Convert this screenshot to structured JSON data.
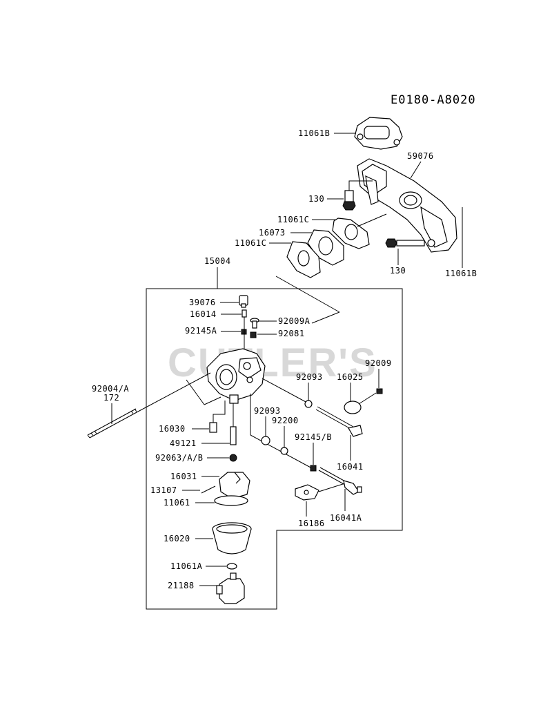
{
  "diagram_code": "E0180-A8020",
  "watermark": "CUTLER'S",
  "labels": {
    "p11061B_top": "11061B",
    "p59076": "59076",
    "p130_top": "130",
    "p11061C_a": "11061C",
    "p16073": "16073",
    "p11061C_b": "11061C",
    "p130_bottom": "130",
    "p11061B_right": "11061B",
    "p15004": "15004",
    "p39076": "39076",
    "p16014": "16014",
    "p92009A": "92009A",
    "p92145A": "92145A",
    "p92081": "92081",
    "p92009": "92009",
    "p92093_a": "92093",
    "p16025": "16025",
    "p92004A": "92004/A",
    "p172": "172",
    "p92093_b": "92093",
    "p92200": "92200",
    "p16030": "16030",
    "p92145B": "92145/B",
    "p49121": "49121",
    "p16041": "16041",
    "p92063AB": "92063/A/B",
    "p16031": "16031",
    "p13107": "13107",
    "p11061": "11061",
    "p16186": "16186",
    "p16041A": "16041A",
    "p16020": "16020",
    "p11061A": "11061A",
    "p21188": "21188"
  }
}
